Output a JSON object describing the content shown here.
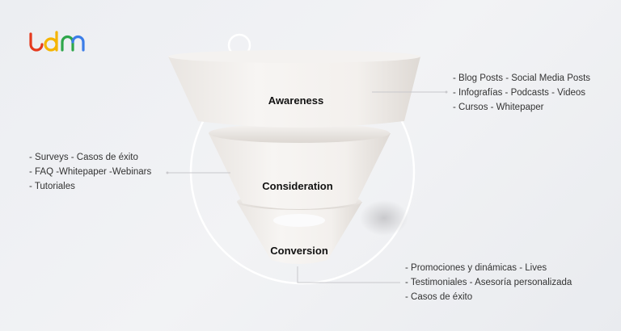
{
  "logo": {
    "text": "udm",
    "colors": [
      "#e53a1e",
      "#f5b400",
      "#2ea64a",
      "#3b7de8"
    ]
  },
  "stages": [
    {
      "label": "Awareness",
      "items": [
        "- Blog Posts - Social Media Posts",
        "- Infografías - Podcasts - Videos",
        "- Cursos - Whitepaper"
      ]
    },
    {
      "label": "Consideration",
      "items": [
        "- Surveys - Casos de éxito",
        "- FAQ -Whitepaper -Webinars",
        "- Tutoriales"
      ]
    },
    {
      "label": "Conversion",
      "items": [
        "- Promociones y dinámicas - Lives",
        "- Testimoniales - Asesoría personalizada",
        "- Casos de éxito"
      ]
    }
  ]
}
